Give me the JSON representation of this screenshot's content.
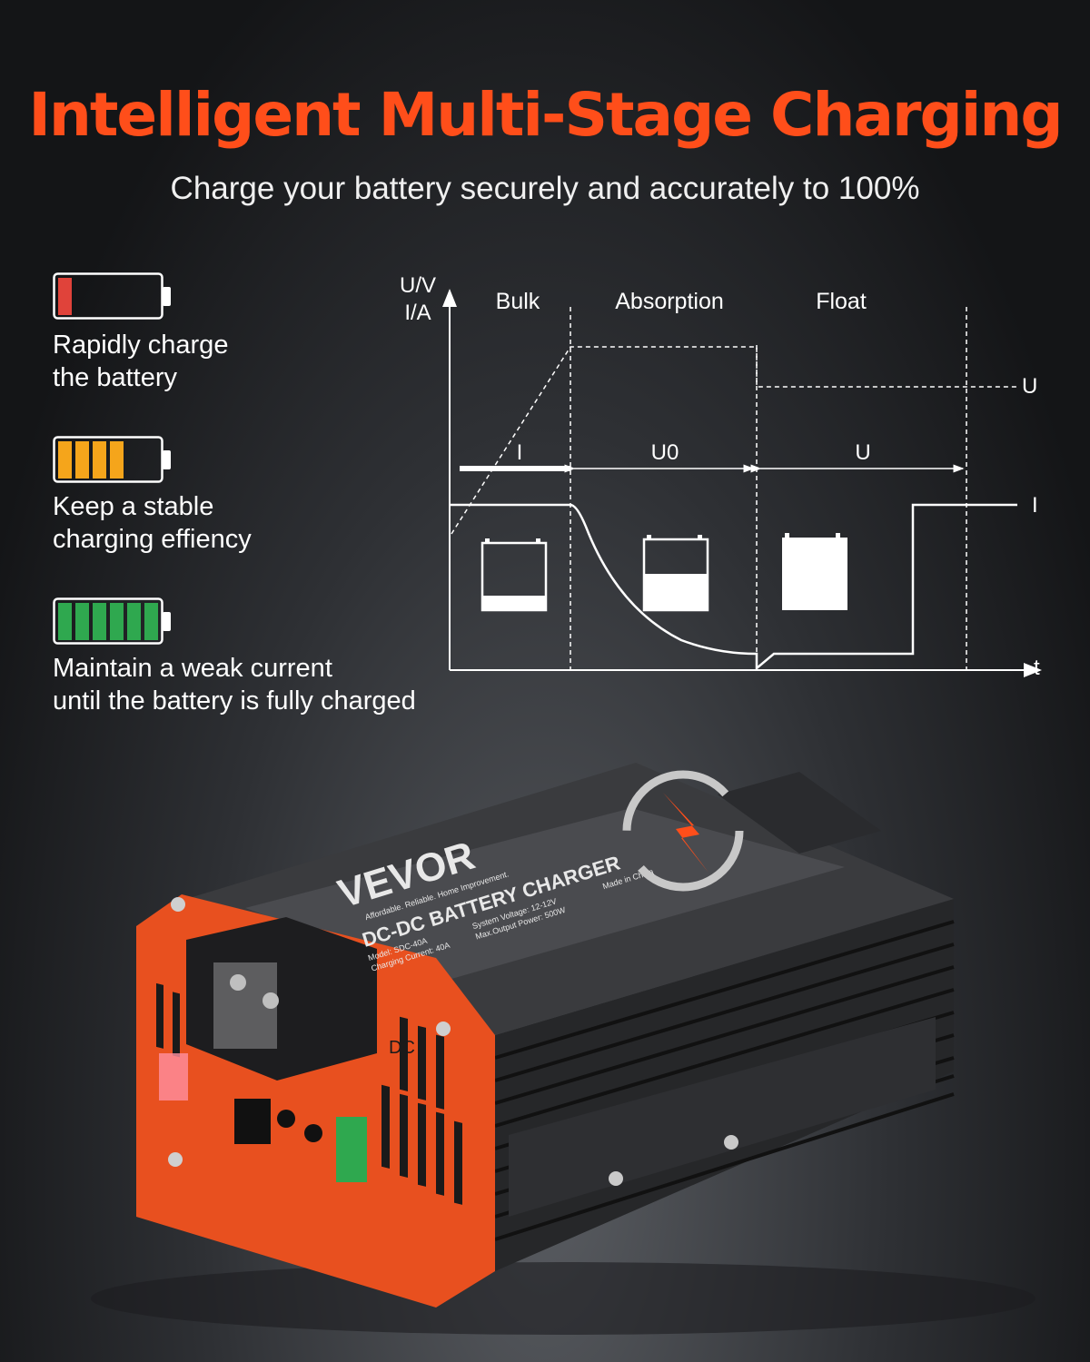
{
  "header": {
    "title": "Intelligent Multi-Stage Charging",
    "subtitle": "Charge your battery securely and accurately to 100%"
  },
  "stages": [
    {
      "icon": "battery-low-icon",
      "level_bars": 1,
      "color": "#e0433a",
      "text_line1": "Rapidly charge",
      "text_line2": "the battery"
    },
    {
      "icon": "battery-medium-icon",
      "level_bars": 4,
      "color": "#f5a51b",
      "text_line1": "Keep a stable",
      "text_line2": "charging effiency"
    },
    {
      "icon": "battery-full-icon",
      "level_bars": 6,
      "color": "#2fa84f",
      "text_line1": "Maintain a weak current",
      "text_line2": "until the battery is fully charged"
    }
  ],
  "diagram": {
    "y_axis_label_1": "U/V",
    "y_axis_label_2": "I/A",
    "x_axis_label": "t",
    "phase_bulk": "Bulk",
    "phase_absorption": "Absorption",
    "phase_float": "Float",
    "marker_i": "I",
    "marker_u0": "U0",
    "marker_u": "U",
    "right_label_u": "U",
    "right_label_i": "I"
  },
  "product": {
    "brand": "VEVOR",
    "tagline": "Affordable. Reliable. Home Improvement.",
    "name": "DC-DC BATTERY CHARGER",
    "spec_model": "Model: SDC-40A",
    "spec_current": "Charging Current: 40A",
    "spec_voltage": "System Voltage: 12-12V",
    "spec_power": "Max.Output Power: 500W",
    "spec_origin": "Made in China",
    "terminal_label": "DC",
    "accent_color": "#ff4e1a"
  }
}
